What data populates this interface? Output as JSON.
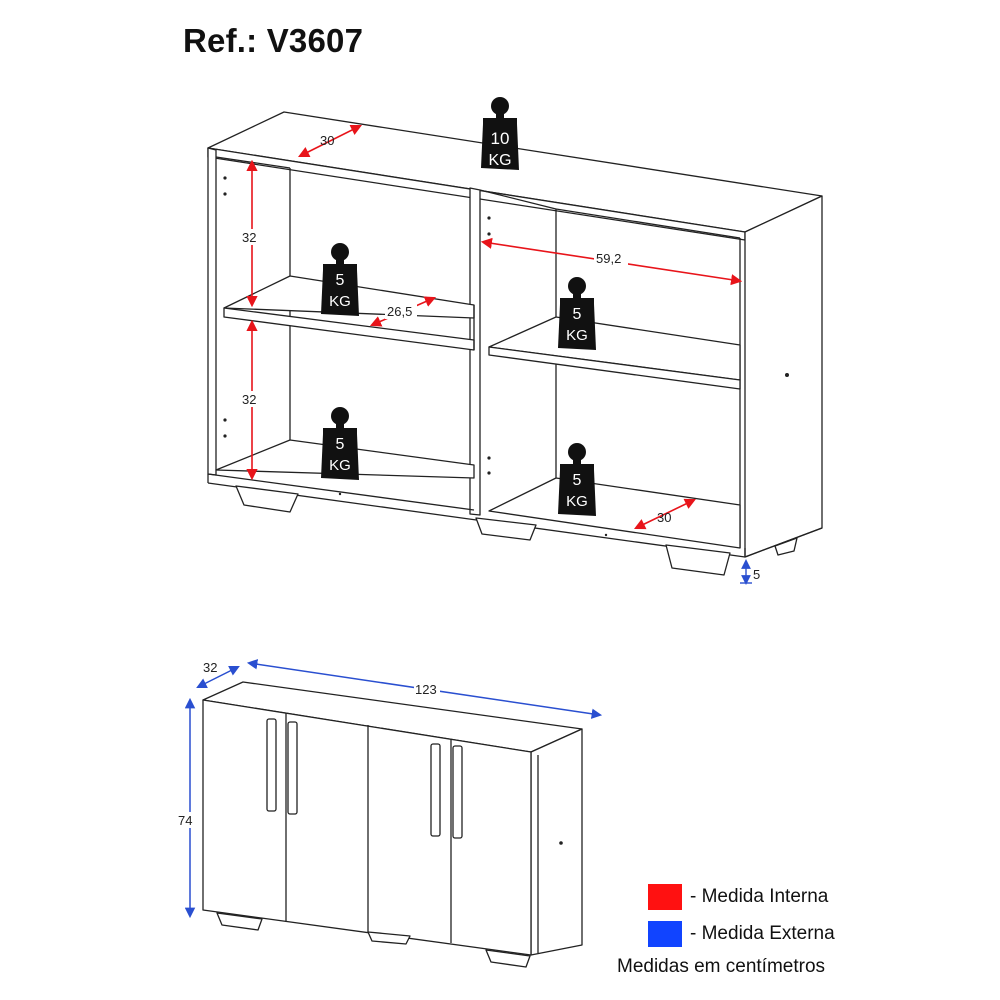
{
  "title": "Ref.: V3607",
  "dimensions": {
    "top_depth": "30",
    "shelf_height_top": "32",
    "shelf_height_bottom": "32",
    "inner_width": "59,2",
    "shelf_depth": "26,5",
    "bottom_depth": "30",
    "foot_height": "5",
    "ext_depth": "32",
    "ext_width": "123",
    "ext_height": "74"
  },
  "weights": {
    "top": {
      "value": "10",
      "unit": "KG"
    },
    "left_shelf": {
      "value": "5",
      "unit": "KG"
    },
    "left_floor": {
      "value": "5",
      "unit": "KG"
    },
    "right_shelf": {
      "value": "5",
      "unit": "KG"
    },
    "right_floor": {
      "value": "5",
      "unit": "KG"
    }
  },
  "legend": {
    "internal": {
      "label": "- Medida Interna",
      "color": "#ff1111"
    },
    "external": {
      "label": "- Medida Externa",
      "color": "#1144ff"
    },
    "note": "Medidas em centímetros"
  },
  "colors": {
    "internal": "#e8141a",
    "external": "#2a4fd0",
    "line": "#222222",
    "weight": "#111111"
  }
}
